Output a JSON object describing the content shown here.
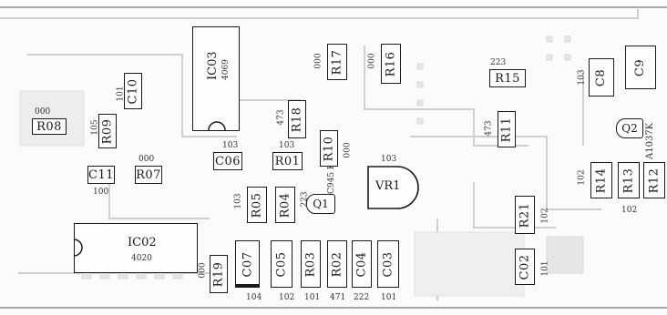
{
  "ics": {
    "ic03": {
      "ref": "IC03",
      "part": "4069"
    },
    "ic02": {
      "ref": "IC02",
      "part": "4020"
    }
  },
  "components": [
    {
      "id": "r08",
      "label": "R08",
      "note": "000"
    },
    {
      "id": "r09",
      "label": "R09",
      "note": "105"
    },
    {
      "id": "c10",
      "label": "C10",
      "note": "101"
    },
    {
      "id": "c11",
      "label": "C11",
      "note": "100"
    },
    {
      "id": "r07",
      "label": "R07",
      "note": "000"
    },
    {
      "id": "c06",
      "label": "C06",
      "note": "103"
    },
    {
      "id": "r01",
      "label": "R01",
      "note": "103"
    },
    {
      "id": "r18",
      "label": "R18",
      "note": "473"
    },
    {
      "id": "r17",
      "label": "R17",
      "note": "000"
    },
    {
      "id": "r16",
      "label": "R16",
      "note": "000"
    },
    {
      "id": "r10",
      "label": "R10",
      "note": "000"
    },
    {
      "id": "r15",
      "label": "R15",
      "note": "223"
    },
    {
      "id": "r11",
      "label": "R11",
      "note": "473"
    },
    {
      "id": "c08",
      "label": "C8",
      "note": "103"
    },
    {
      "id": "c09",
      "label": "C9",
      "note": ""
    },
    {
      "id": "r05",
      "label": "R05",
      "note": "103"
    },
    {
      "id": "r04",
      "label": "R04",
      "note": "223"
    },
    {
      "id": "c07",
      "label": "C07",
      "note": "104"
    },
    {
      "id": "c05",
      "label": "C05",
      "note": "102"
    },
    {
      "id": "r03",
      "label": "R03",
      "note": "101"
    },
    {
      "id": "r02",
      "label": "R02",
      "note": "471"
    },
    {
      "id": "c04",
      "label": "C04",
      "note": "222"
    },
    {
      "id": "c03",
      "label": "C03",
      "note": "101"
    },
    {
      "id": "r19",
      "label": "R19",
      "note": "000"
    },
    {
      "id": "r21",
      "label": "R21",
      "note": "102"
    },
    {
      "id": "c02",
      "label": "C02",
      "note": "101"
    },
    {
      "id": "r14",
      "label": "R14",
      "note": "102"
    },
    {
      "id": "r13",
      "label": "R13",
      "note": "102"
    },
    {
      "id": "r12",
      "label": "R12",
      "note": ""
    }
  ],
  "transistors": {
    "q1": {
      "label": "Q1",
      "part": "C945 K"
    },
    "q2": {
      "label": "Q2",
      "part": "A1037K"
    }
  },
  "vr1": {
    "label": "VR1",
    "note": "103"
  }
}
